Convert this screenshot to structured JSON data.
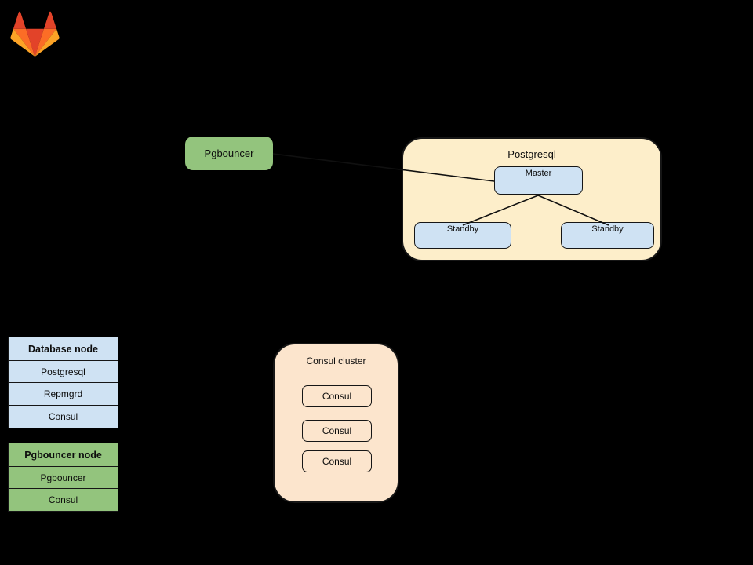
{
  "diagram": {
    "background_color": "#000000",
    "logo": {
      "name": "gitlab-tanuki",
      "colors": {
        "red": "#e24329",
        "orange": "#fc6d26",
        "light_orange": "#fca326"
      }
    },
    "pgbouncer_node": {
      "label": "Pgbouncer",
      "fill": "#93c47d"
    },
    "postgresql_group": {
      "title": "Postgresql",
      "fill": "#fdeeca",
      "master": {
        "label": "Master",
        "fill": "#cfe2f3"
      },
      "standby_left": {
        "label": "Standby",
        "fill": "#cfe2f3"
      },
      "standby_right": {
        "label": "Standby",
        "fill": "#cfe2f3"
      }
    },
    "consul_cluster": {
      "title": "Consul cluster",
      "fill": "#fce5cd",
      "members": [
        {
          "label": "Consul"
        },
        {
          "label": "Consul"
        },
        {
          "label": "Consul"
        }
      ]
    },
    "legend": {
      "database_node_table": {
        "header": "Database node",
        "fill": "#cfe2f3",
        "rows": [
          "Postgresql",
          "Repmgrd",
          "Consul"
        ]
      },
      "pgbouncer_node_table": {
        "header": "Pgbouncer node",
        "fill": "#93c47d",
        "rows": [
          "Pgbouncer",
          "Consul"
        ]
      }
    },
    "edges": [
      {
        "from": "pgbouncer",
        "to": "master"
      },
      {
        "from": "master",
        "to": "standby-left"
      },
      {
        "from": "master",
        "to": "standby-right"
      }
    ],
    "edge_color": "#101010"
  }
}
